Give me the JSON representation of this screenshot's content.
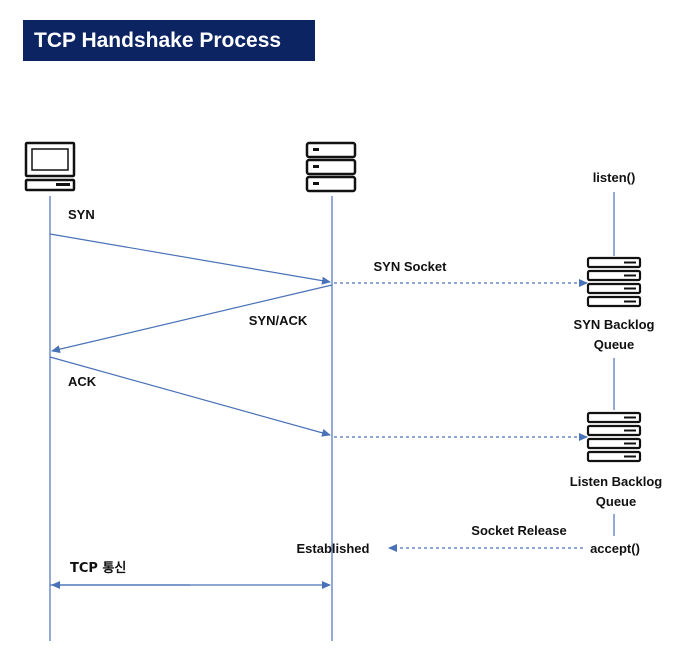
{
  "title": "TCP Handshake Process",
  "colors": {
    "banner": "#0d2463",
    "line": "#4a72b8",
    "icon": "#111111"
  },
  "nodes": {
    "client": {
      "icon": "computer-icon"
    },
    "server": {
      "icon": "server-icon"
    },
    "syn_backlog": {
      "icon": "server-stack-icon",
      "label_line1": "SYN Backlog",
      "label_line2": "Queue"
    },
    "listen_backlog": {
      "icon": "server-stack-icon",
      "label_line1": "Listen Backlog",
      "label_line2": "Queue"
    }
  },
  "labels": {
    "listen": "listen()",
    "syn": "SYN",
    "syn_socket": "SYN Socket",
    "syn_ack": "SYN/ACK",
    "ack": "ACK",
    "socket_release": "Socket Release",
    "established": "Established",
    "accept": "accept()",
    "tcp_comm": "TCP 통신"
  }
}
